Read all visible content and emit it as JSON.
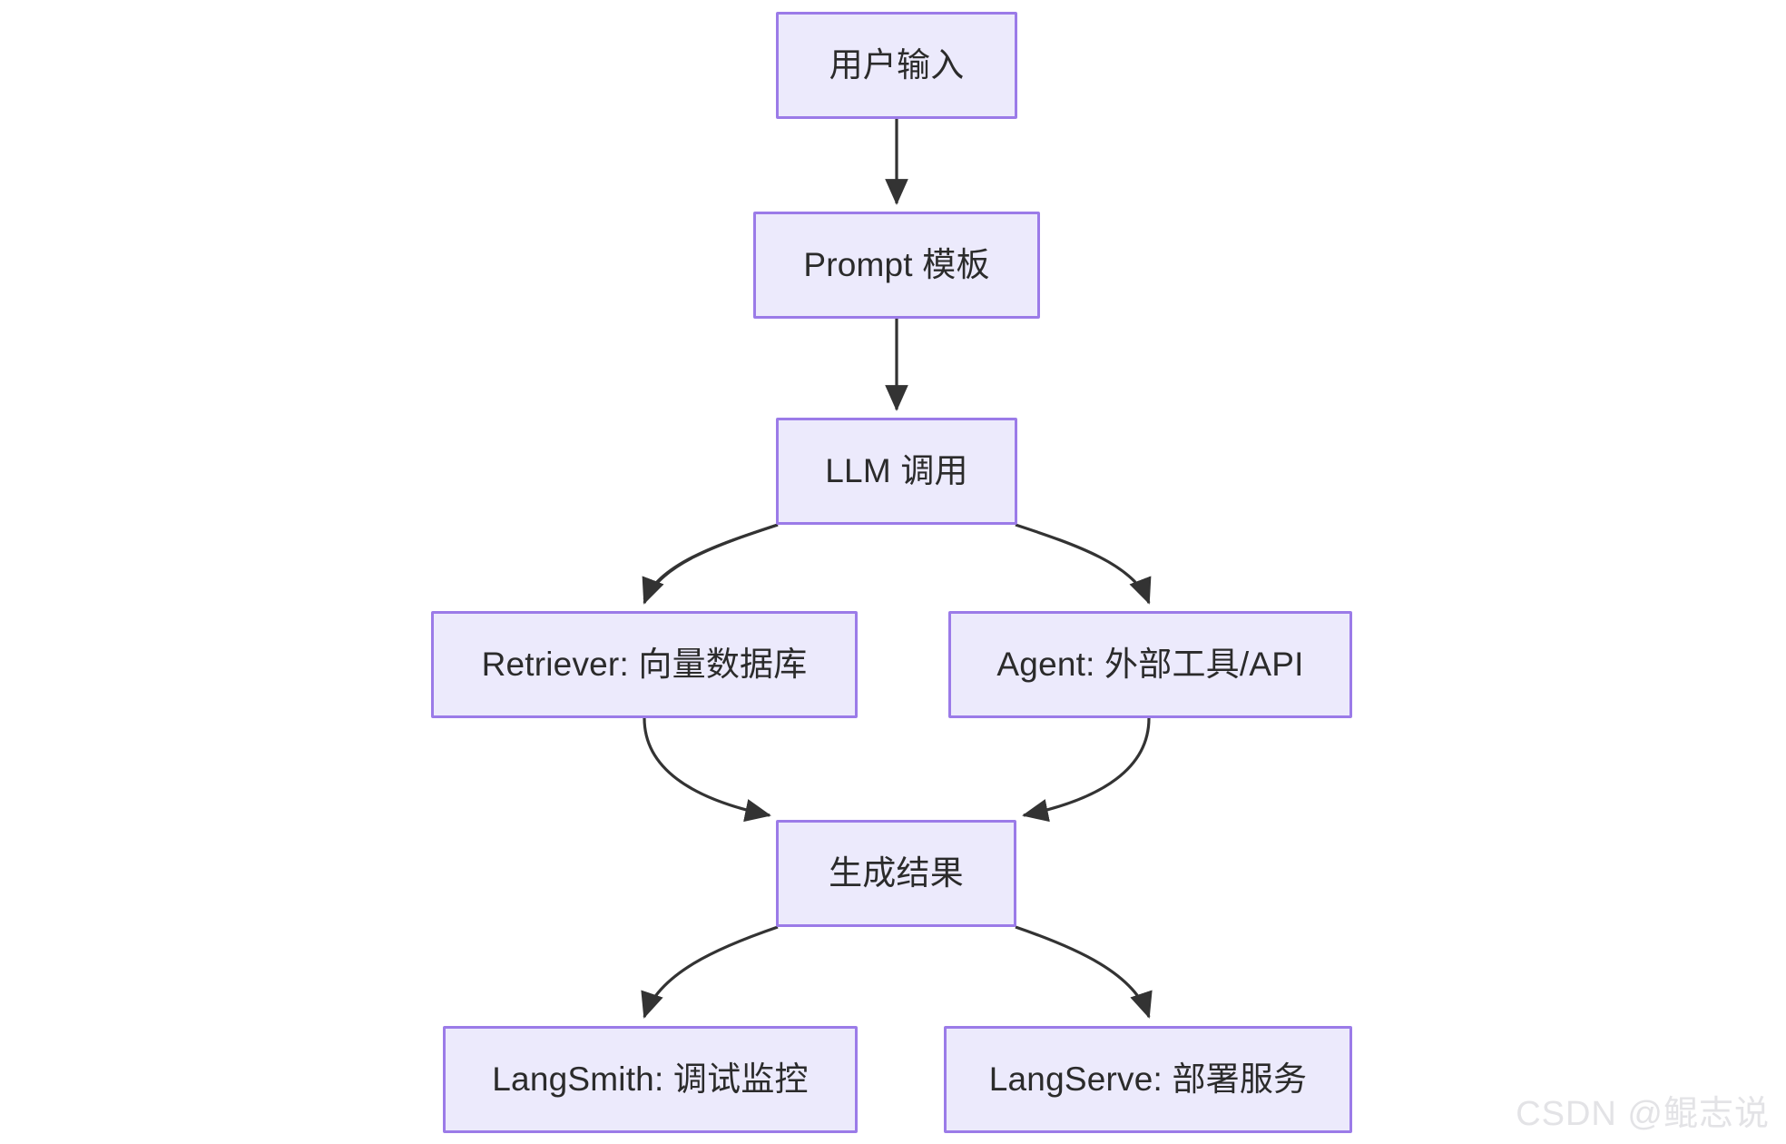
{
  "diagram": {
    "type": "flowchart",
    "direction": "top-down",
    "theme": {
      "node_fill": "#ECEAFC",
      "node_border": "#9B7BE8",
      "node_text": "#2b2b2b",
      "edge_stroke": "#333333",
      "background": "#ffffff",
      "watermark_color": "#e3e3e6"
    },
    "nodes": [
      {
        "id": "user-input",
        "label": "用户输入"
      },
      {
        "id": "prompt-template",
        "label": "Prompt 模板"
      },
      {
        "id": "llm-call",
        "label": "LLM 调用"
      },
      {
        "id": "retriever",
        "label": "Retriever: 向量数据库"
      },
      {
        "id": "agent",
        "label": "Agent: 外部工具/API"
      },
      {
        "id": "generate-result",
        "label": "生成结果"
      },
      {
        "id": "langsmith",
        "label": "LangSmith: 调试监控"
      },
      {
        "id": "langserve",
        "label": "LangServe: 部署服务"
      }
    ],
    "edges": [
      {
        "from": "user-input",
        "to": "prompt-template",
        "style": "straight",
        "arrow": "end"
      },
      {
        "from": "prompt-template",
        "to": "llm-call",
        "style": "straight",
        "arrow": "end"
      },
      {
        "from": "llm-call",
        "to": "retriever",
        "style": "curved",
        "arrow": "end"
      },
      {
        "from": "llm-call",
        "to": "agent",
        "style": "curved",
        "arrow": "end"
      },
      {
        "from": "retriever",
        "to": "generate-result",
        "style": "curved",
        "arrow": "end"
      },
      {
        "from": "agent",
        "to": "generate-result",
        "style": "curved",
        "arrow": "end"
      },
      {
        "from": "generate-result",
        "to": "langsmith",
        "style": "curved",
        "arrow": "end"
      },
      {
        "from": "generate-result",
        "to": "langserve",
        "style": "curved",
        "arrow": "end"
      }
    ]
  },
  "watermark": {
    "text": "CSDN @鲲志说"
  }
}
